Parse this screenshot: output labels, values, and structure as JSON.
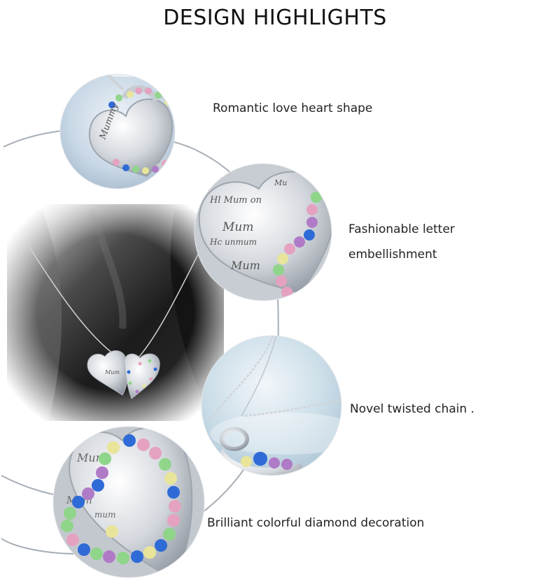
{
  "title": "DESIGN HIGHLIGHTS",
  "features": [
    {
      "label": "Romantic love heart shape"
    },
    {
      "label": "Fashionable letter",
      "label2": "embellishment"
    },
    {
      "label": "Novel twisted chain ."
    },
    {
      "label": "Brilliant colorful diamond decoration"
    }
  ],
  "colors": {
    "gem_pink": "#e5a2c0",
    "gem_green": "#8fd58a",
    "gem_blue": "#2f6bd6",
    "gem_yellow": "#e8e59a",
    "gem_purple": "#b07bc6",
    "silver": "#d9dde3",
    "ring_line": "#9aa3ad"
  }
}
